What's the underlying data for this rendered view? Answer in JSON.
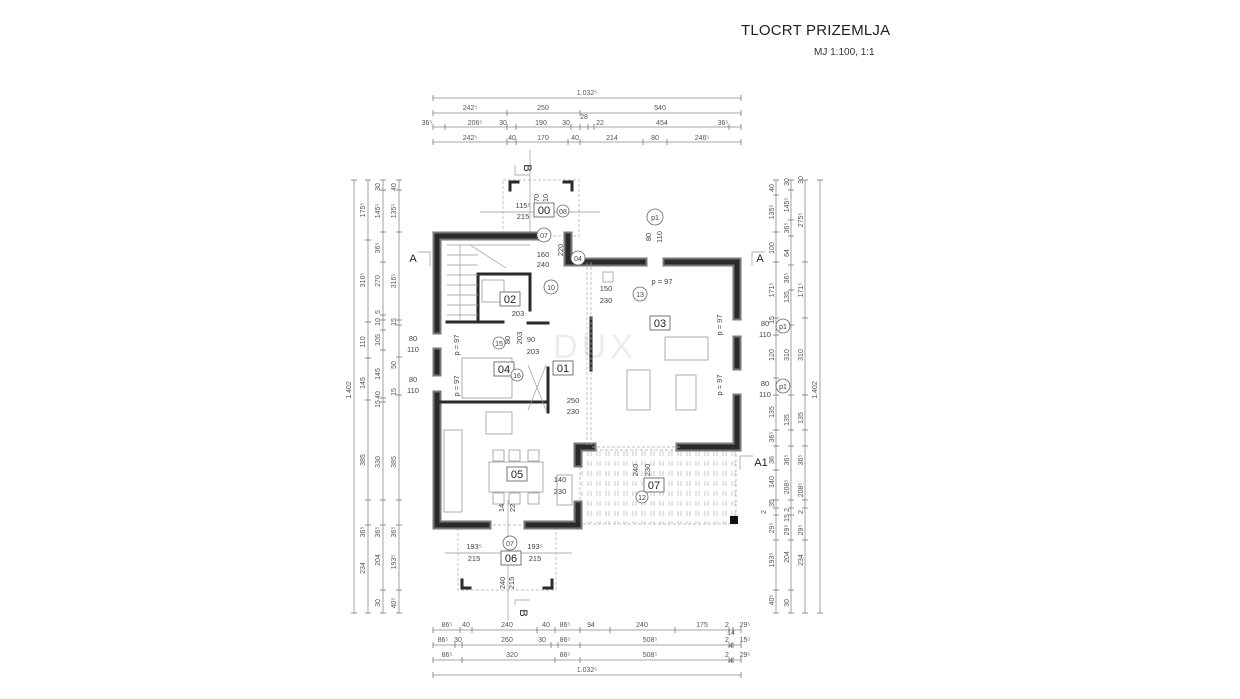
{
  "title": "TLOCRT PRIZEMLJA",
  "scale": "MJ 1:100, 1:1",
  "watermark": "DUX",
  "rooms": {
    "r00": "00",
    "r01": "01",
    "r02": "02",
    "r03": "03",
    "r04": "04",
    "r05": "05",
    "r06": "06",
    "r07": "07"
  },
  "sections": {
    "a_left": "A",
    "a_right": "A",
    "a1": "A1",
    "b_top": "B",
    "b_bottom": "B"
  },
  "markers": [
    "07",
    "08",
    "04",
    "10",
    "p1",
    "13",
    "15",
    "16",
    "12",
    "07",
    "p1",
    "p1"
  ],
  "notes": [
    "115⁵",
    "215",
    "70",
    "10",
    "160",
    "240",
    "220",
    "80",
    "110",
    "p = 97",
    "150",
    "230",
    "203",
    "p = 97",
    "p = 97",
    "80",
    "110",
    "80",
    "110",
    "p = 97",
    "p = 97",
    "80",
    "110",
    "80",
    "110",
    "90",
    "203",
    "203",
    "80",
    "250",
    "230",
    "140",
    "230",
    "240",
    "230",
    "14",
    "22",
    "193⁵",
    "215",
    "193⁵",
    "215",
    "240",
    "215"
  ],
  "dims": {
    "top": [
      [
        "1.032⁵"
      ],
      [
        "242⁵",
        "250",
        "540"
      ],
      [
        "36⁵",
        "206⁵",
        "30",
        "190",
        "30",
        "28",
        "22",
        "454",
        "36⁵"
      ],
      [
        "242⁵",
        "40",
        "170",
        "40",
        "214",
        "80",
        "246⁵"
      ]
    ],
    "bottom": [
      [
        "86⁵",
        "40",
        "240",
        "40",
        "86⁵",
        "94",
        "240",
        "175",
        "2",
        "14",
        "29⁵"
      ],
      [
        "86⁵",
        "30",
        "260",
        "30",
        "86⁵",
        "508⁵",
        "2",
        "4",
        "15⁵"
      ],
      [
        "86⁵",
        "320",
        "86⁵",
        "508⁵",
        "2",
        "4",
        "29⁵"
      ],
      [
        "1.032⁵"
      ]
    ],
    "left": [
      [
        "1.402"
      ],
      [
        "175⁵",
        "316⁵",
        "110",
        "145",
        "385",
        "36⁵",
        "234"
      ],
      [
        "30",
        "145⁵",
        "36⁵",
        "270",
        "5",
        "10",
        "105",
        "145",
        "15",
        "40",
        "330",
        "36⁵",
        "204",
        "30"
      ],
      [
        "40",
        "135⁵",
        "316⁵",
        "15",
        "50",
        "15",
        "385",
        "36⁵",
        "193⁵",
        "40⁵"
      ]
    ],
    "right": [
      [
        "40",
        "135⁵",
        "100",
        "171⁵",
        "15",
        "120",
        "135",
        "36⁵",
        "36",
        "140",
        "35",
        "2",
        "29⁵",
        "193⁵",
        "40⁵"
      ],
      [
        "30",
        "145⁵",
        "36⁵",
        "64",
        "36⁵",
        "135",
        "310",
        "135",
        "36⁵",
        "208⁵",
        "2",
        "15",
        "29⁵",
        "204",
        "30"
      ],
      [
        "30",
        "275⁵",
        "171⁵",
        "310",
        "135",
        "36⁵",
        "208⁵",
        "2",
        "29⁵",
        "234"
      ],
      [
        "1.402"
      ]
    ]
  }
}
